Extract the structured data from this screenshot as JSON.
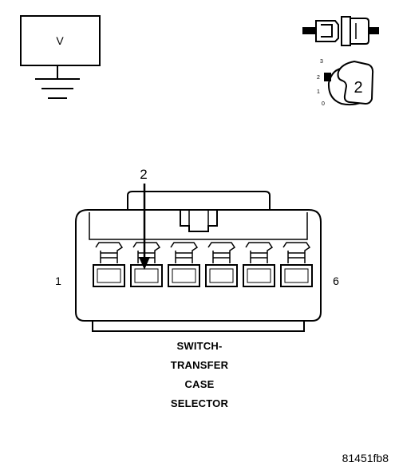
{
  "meter": {
    "label": "V"
  },
  "probe_icon": {
    "label": "2",
    "scale": [
      "3",
      "2",
      "1",
      "0"
    ]
  },
  "connector": {
    "pointer_label": "2",
    "pin_left": "1",
    "pin_right": "6",
    "cavities": 6,
    "caption": [
      "SWITCH-",
      "TRANSFER",
      "CASE",
      "SELECTOR"
    ]
  },
  "figure_ref": "81451fb8"
}
